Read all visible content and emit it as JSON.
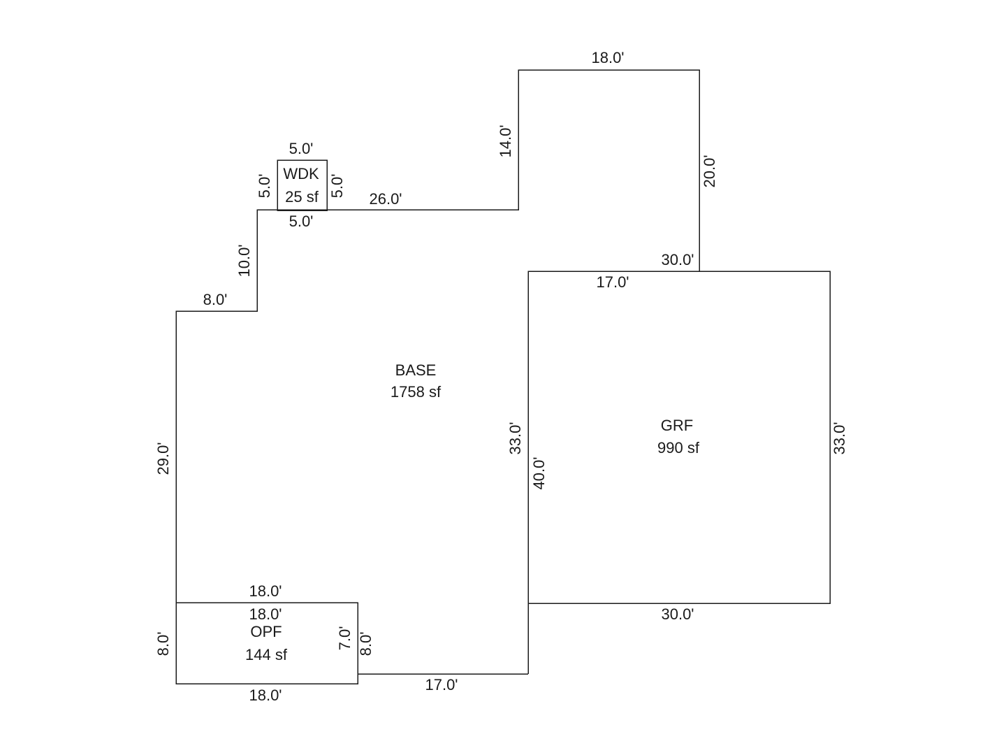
{
  "areas": {
    "base": {
      "name": "BASE",
      "size": "1758 sf"
    },
    "grf": {
      "name": "GRF",
      "size": "990 sf"
    },
    "opf": {
      "name": "OPF",
      "size": "144 sf"
    },
    "wdk": {
      "name": "WDK",
      "size": "25 sf"
    }
  },
  "dimensions": {
    "top_bump_top": "18.0'",
    "top_bump_left": "14.0'",
    "top_bump_right": "20.0'",
    "wdk_top": "5.0'",
    "wdk_left": "5.0'",
    "wdk_right": "5.0'",
    "wdk_bottom": "5.0'",
    "base_top_26": "26.0'",
    "base_step_10": "10.0'",
    "base_step_8": "8.0'",
    "base_left_29": "29.0'",
    "grf_top_30": "30.0'",
    "grf_top_17": "17.0'",
    "grf_left_33": "33.0'",
    "grf_left_40": "40.0'",
    "grf_right_33": "33.0'",
    "grf_bottom_30": "30.0'",
    "opf_top_outer": "18.0'",
    "opf_top_inner": "18.0'",
    "opf_left_8": "8.0'",
    "opf_right_7": "7.0'",
    "opf_right_8": "8.0'",
    "opf_bottom_18": "18.0'",
    "base_bottom_17": "17.0'"
  }
}
